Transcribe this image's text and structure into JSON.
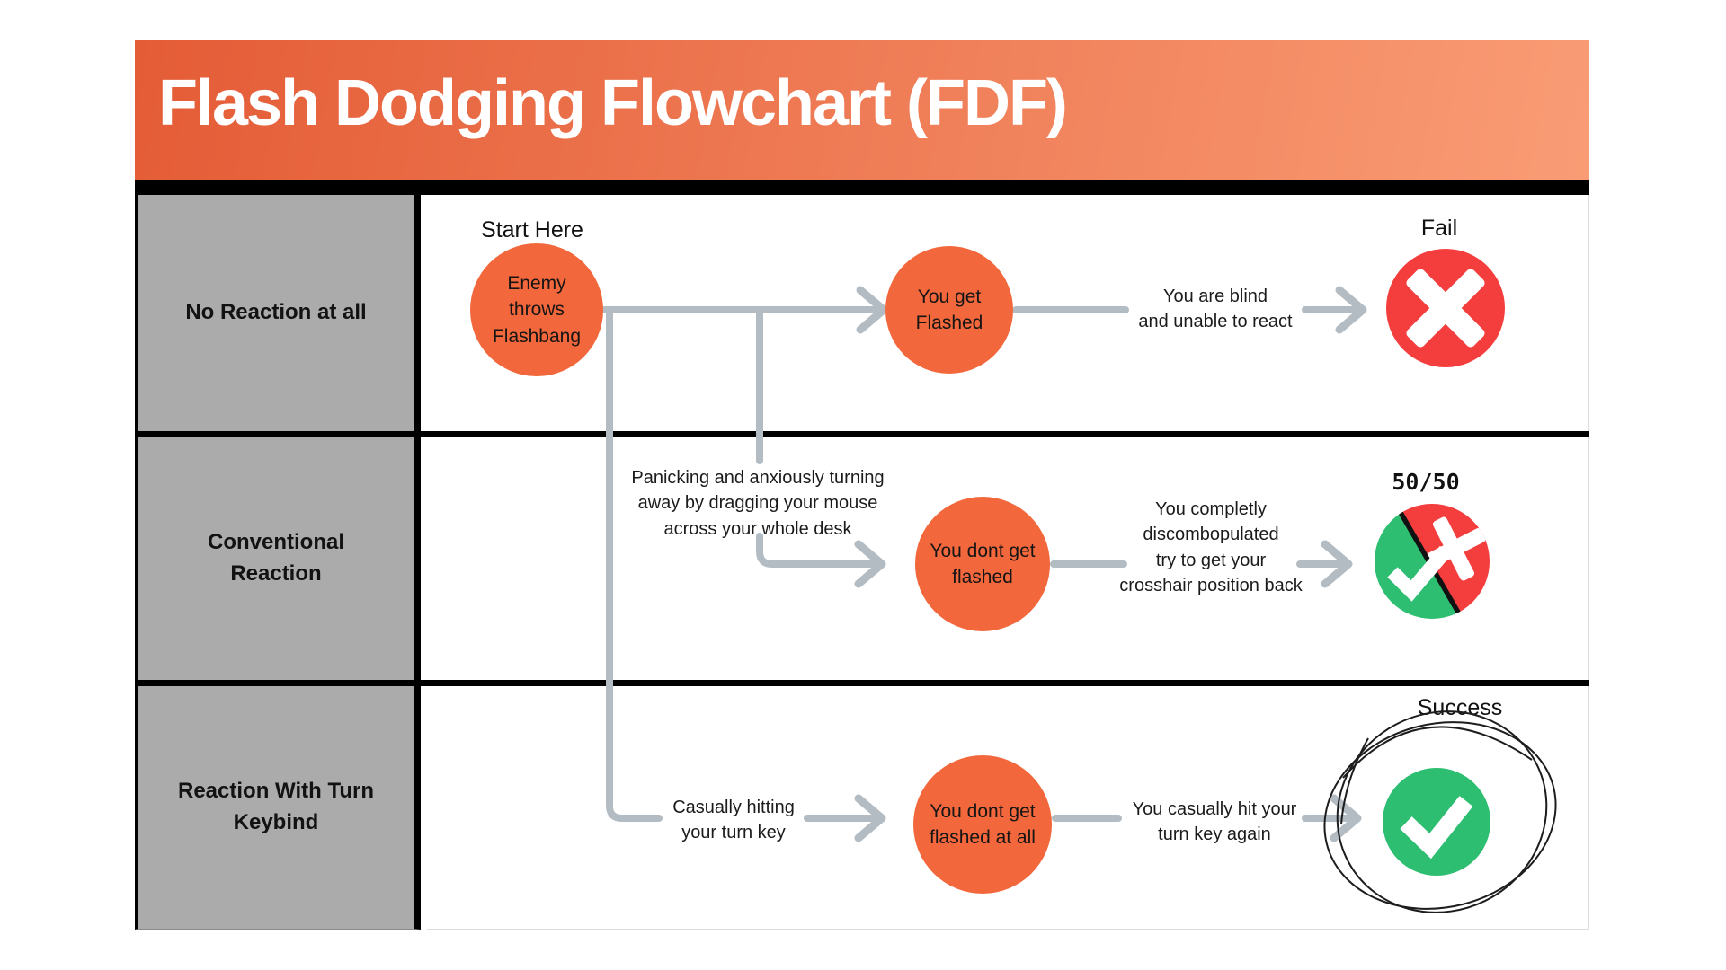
{
  "title": "Flash Dodging Flowchart (FDF)",
  "rows": [
    "No Reaction at all",
    "Conventional Reaction",
    "Reaction With Turn\nKeybind"
  ],
  "flow": {
    "start_label": "Start Here",
    "row1": {
      "start_node": "Enemy\nthrows\nFlashbang",
      "node": "You get\nFlashed",
      "note": "You are blind\nand unable to react",
      "outcome_label": "Fail",
      "outcome_icon": "fail-cross-icon"
    },
    "row2": {
      "branch_note": "Panicking and anxiously turning\naway by dragging your mouse\nacross your whole desk",
      "node": "You dont get\nflashed",
      "note": "You completly\ndiscombopulated\ntry to get your\ncrosshair position back",
      "outcome_label": "50/50",
      "outcome_icon": "half-check-half-cross-icon"
    },
    "row3": {
      "branch_note": "Casually hitting\nyour turn key",
      "node": "You dont get\nflashed at all",
      "note": "You casually hit your\nturn key again",
      "outcome_label": "Success",
      "outcome_icon": "success-check-icon"
    }
  },
  "colors": {
    "header-grad-start": "#E45C36",
    "header-grad-end": "#F99C75",
    "node-orange": "#F2673B",
    "fail-red": "#F43E3E",
    "success-green": "#2DBE72",
    "line-gray": "#B4BCC3",
    "cell-gray": "#ABABAB"
  }
}
